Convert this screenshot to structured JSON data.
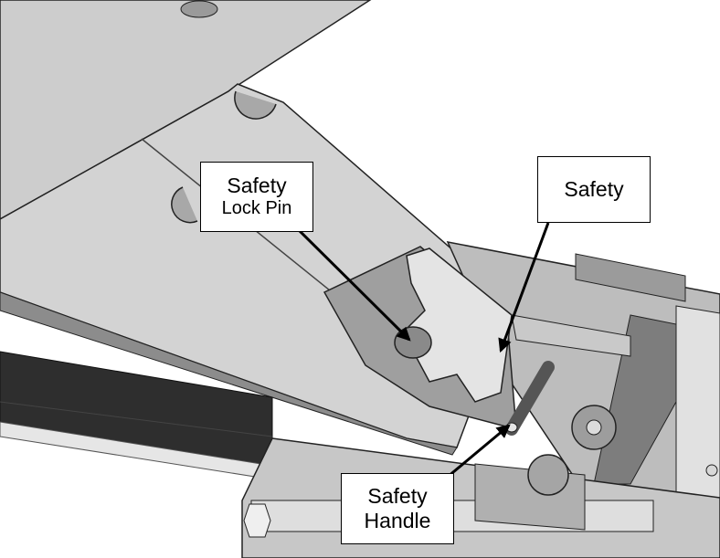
{
  "diagram": {
    "callouts": {
      "lock_pin": {
        "line1": "Safety",
        "line2": "Lock Pin"
      },
      "safety": {
        "label": "Safety"
      },
      "handle": {
        "line1": "Safety",
        "line2": "Handle"
      }
    },
    "colors": {
      "outline": "#000000",
      "steel_light": "#dcdcdc",
      "steel_mid": "#b4b4b4",
      "steel_dark": "#6e6e6e",
      "rubber_pad": "#2e2e2e"
    }
  }
}
